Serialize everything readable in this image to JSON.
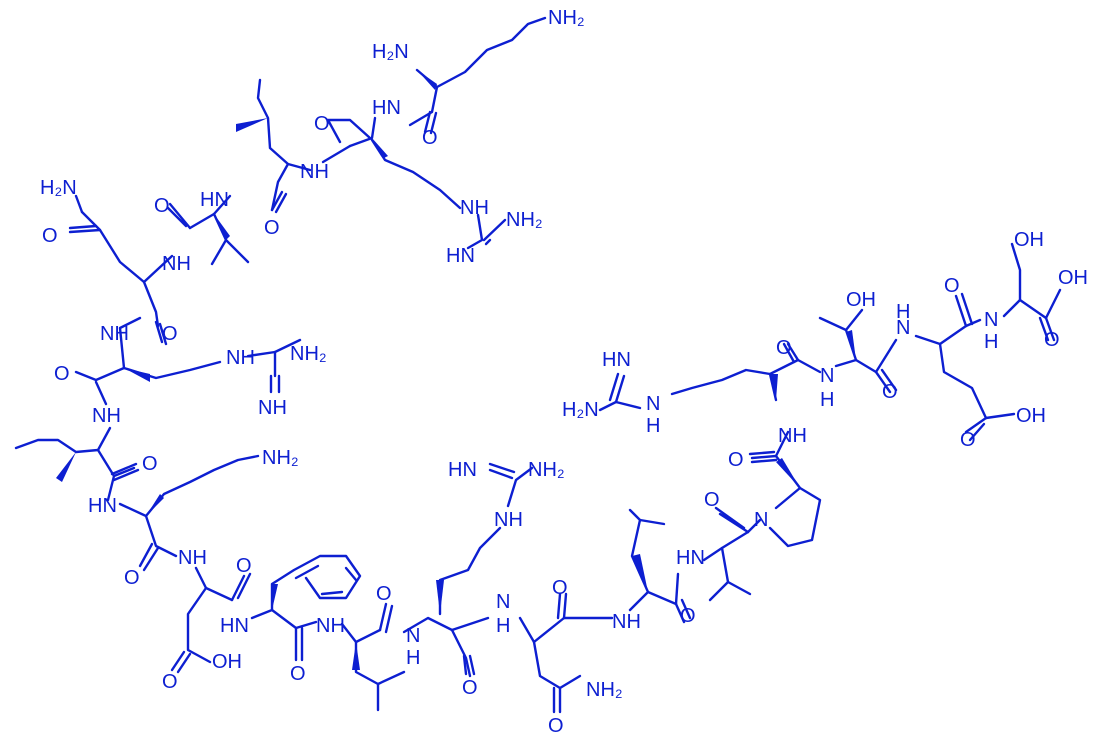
{
  "colors": {
    "structure": "#0d1fd1",
    "background": "#ffffff"
  },
  "atoms": {
    "lys1_alpha_nh2": "H₂N",
    "lys1_side_nh2": "NH₂",
    "arg2_nh": "HN",
    "arg2_side_nh": "NH",
    "arg2_side_imine": "HN",
    "arg2_side_nh2": "NH₂",
    "ile3_nh": "NH",
    "val4_nh": "HN",
    "gln5_nh": "NH",
    "gln5_side_nh2": "H₂N",
    "arg6_nh": "NH",
    "arg6_side_nh": "NH",
    "arg6_side_nh2": "NH₂",
    "arg6_side_imine": "NH",
    "ile7_nh": "NH",
    "lys8_nh": "HN",
    "lys8_side_nh2": "NH₂",
    "asp9_nh": "NH",
    "asp9_oh": "OH",
    "phe10_nh": "HN",
    "leu11_nh": "NH",
    "arg12_nh": "N",
    "arg12_nh_h": "H",
    "arg12_side_imine": "HN",
    "arg12_side_nh2": "NH₂",
    "arg12_side_nh": "NH",
    "asn13_nh": "N",
    "asn13_nh_h": "H",
    "asn13_side_nh2": "NH₂",
    "leu14_nh": "NH",
    "val15_nh": "HN",
    "pro16_n": "N",
    "arg17_nh": "NH",
    "arg17_side_imine": "HN",
    "arg17_side_nh2": "H₂N",
    "arg17_side_nh": "N",
    "arg17_side_nh_h": "H",
    "thr18_nh": "N",
    "thr18_nh_h": "H",
    "thr18_oh": "OH",
    "glu19_nh": "N",
    "glu19_nh_h": "H",
    "glu19_oh": "OH",
    "ser20_nh": "N",
    "ser20_nh_h": "H",
    "ser20_side_oh": "OH",
    "ser20_cooh": "OH",
    "oxygen": "O"
  }
}
